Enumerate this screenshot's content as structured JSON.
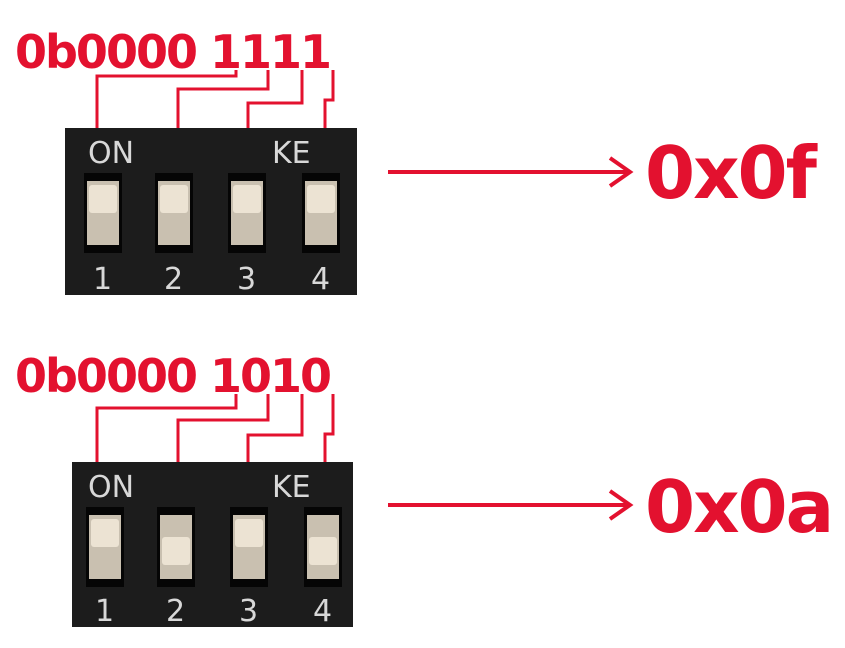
{
  "diagrams": [
    {
      "binary_label": "0b0000 1111",
      "hex_label": "0x0f",
      "switch_states": [
        true,
        true,
        true,
        true
      ]
    },
    {
      "binary_label": "0b0000 1010",
      "hex_label": "0x0a",
      "switch_states": [
        true,
        false,
        true,
        false
      ]
    }
  ],
  "switch_text": {
    "on_label": "ON",
    "brand_label": "KE",
    "numbers": [
      "1",
      "2",
      "3",
      "4"
    ]
  },
  "colors": {
    "accent": "#e3112f",
    "switch_body": "#1c1c1c",
    "slider": "#ece3d3"
  }
}
